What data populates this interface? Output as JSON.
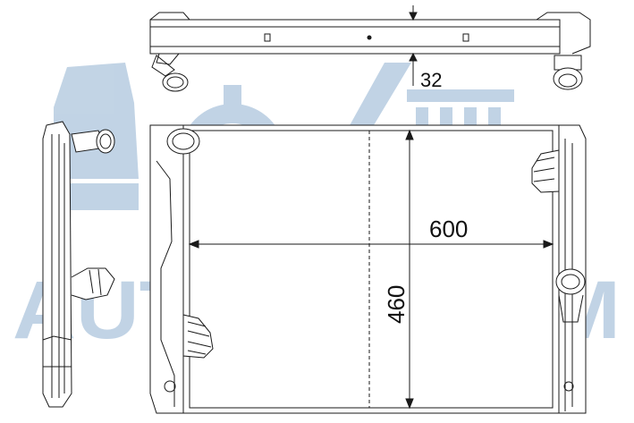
{
  "diagram": {
    "dimensions": {
      "thickness": {
        "value": "32"
      },
      "width": {
        "value": "600"
      },
      "height": {
        "value": "460"
      }
    },
    "watermark": {
      "text": "AUTOSYSTEM",
      "color": "#8fb0d0"
    },
    "colors": {
      "line": "#1a1a1a",
      "background": "#ffffff"
    }
  }
}
